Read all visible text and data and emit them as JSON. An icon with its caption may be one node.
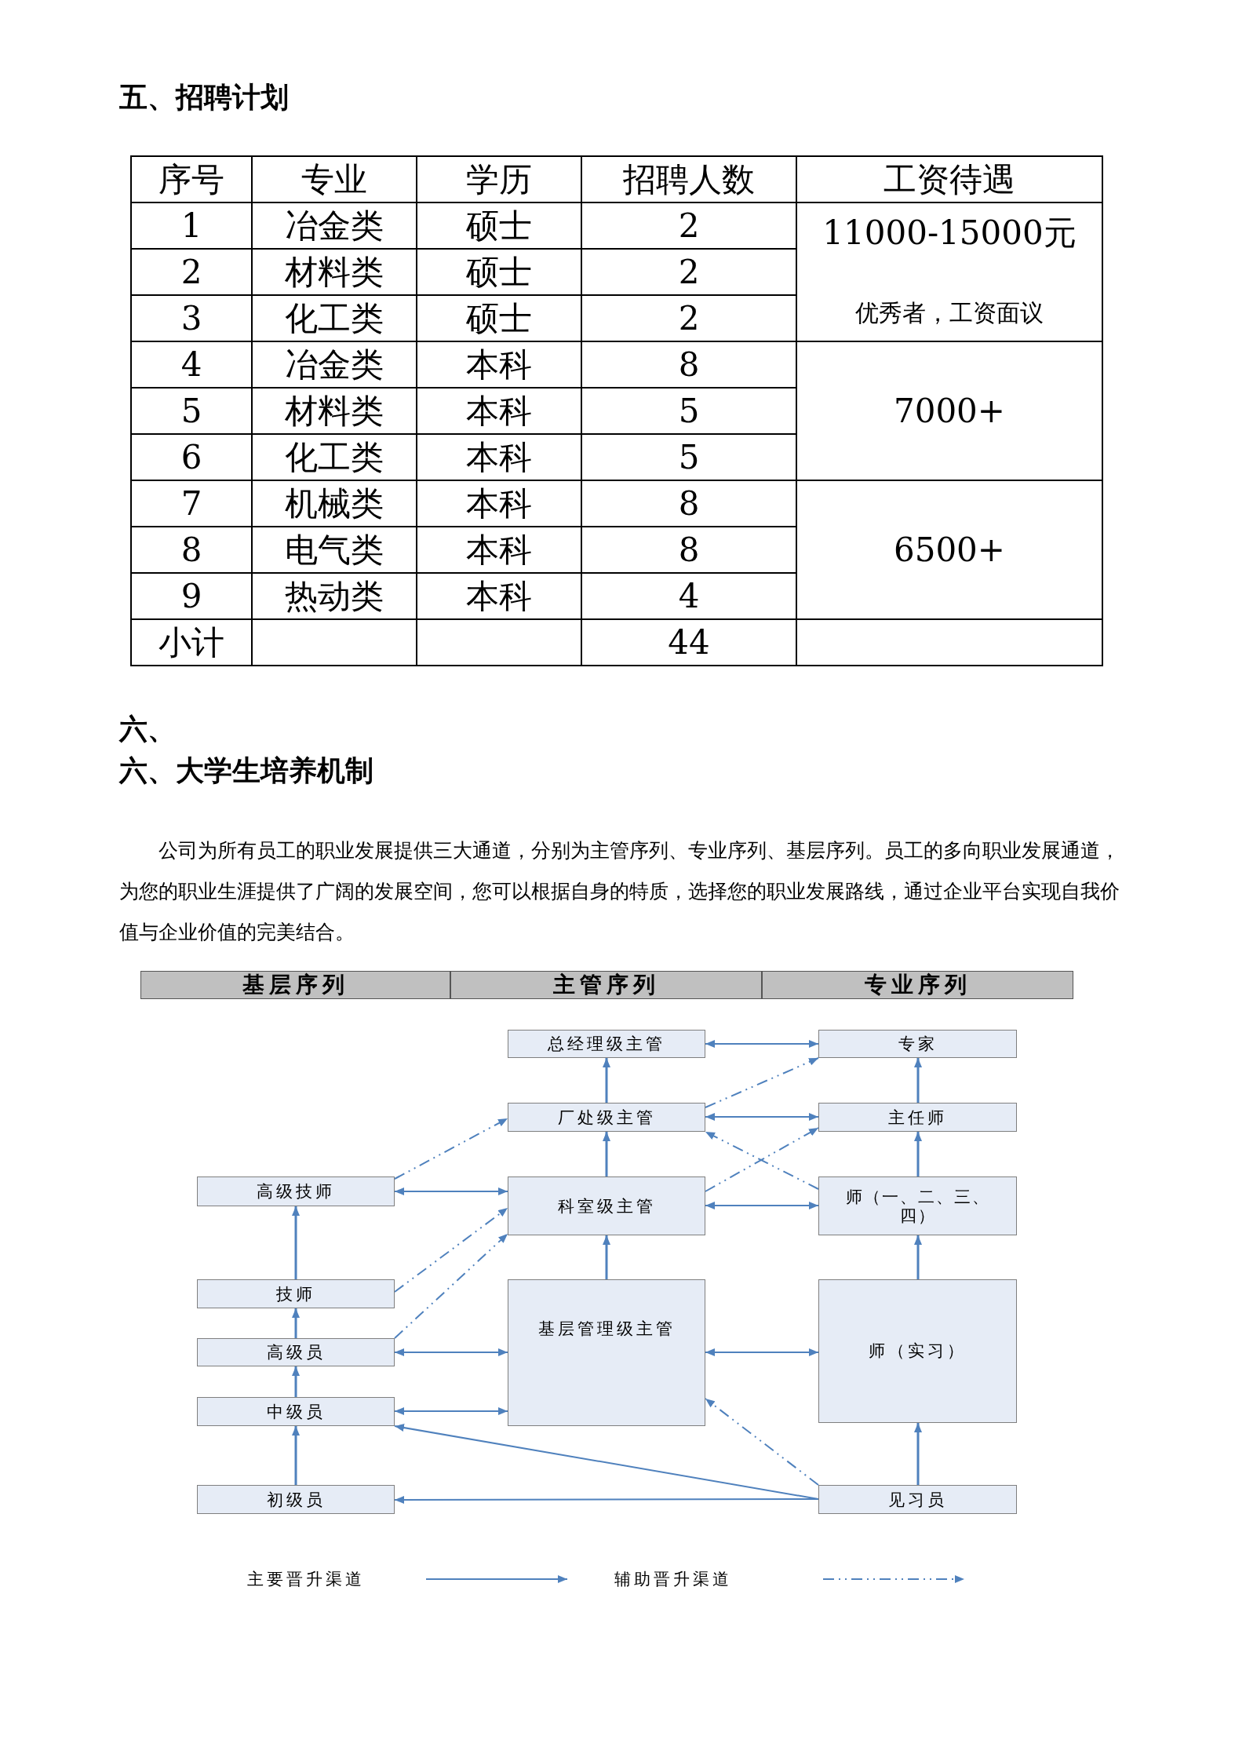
{
  "diagram": {
    "nodes": [
      {
        "text": [
          "基层序列"
        ]
      },
      {
        "text": [
          "主管序列"
        ]
      },
      {
        "text": [
          "专业序列"
        ]
      },
      {
        "text": [
          "总经理级主管"
        ]
      },
      {
        "text": [
          "专家"
        ]
      },
      {
        "text": [
          "厂处级主管"
        ]
      },
      {
        "text": [
          "主任师"
        ]
      },
      {
        "text": [
          "高级技师"
        ]
      },
      {
        "text": [
          "科室级主管"
        ]
      },
      {
        "text": [
          "师（一、二、三、四）"
        ]
      },
      {
        "text": [
          "技师"
        ]
      },
      {
        "text": [
          "基层管理级主管"
        ]
      },
      {
        "text": [
          "师（实习）"
        ]
      },
      {
        "text": [
          "高级员"
        ]
      },
      {
        "text": [
          "中级员"
        ]
      },
      {
        "text": [
          "初级员"
        ]
      },
      {
        "text": [
          "见习员"
        ]
      }
    ],
    "edges": [
      {
        "from": 5,
        "to": 3,
        "arrow": "to"
      },
      {
        "from": 3,
        "to": 4,
        "arrow": "both"
      },
      {
        "from": 6,
        "to": 4,
        "arrow": "to"
      },
      {
        "from": 5,
        "to": 6,
        "arrow": "both"
      },
      {
        "from": 5,
        "to": 4,
        "arrow": "to",
        "style": "dashed"
      },
      {
        "from": 8,
        "to": 5,
        "arrow": "to"
      },
      {
        "from": 9,
        "to": 6,
        "arrow": "to"
      },
      {
        "from": 8,
        "to": 6,
        "arrow": "to",
        "style": "dashed"
      },
      {
        "from": 9,
        "to": 5,
        "arrow": "to",
        "style": "dashed"
      },
      {
        "from": 7,
        "to": 5,
        "arrow": "to",
        "style": "dashed"
      },
      {
        "from": 7,
        "to": 8,
        "arrow": "both"
      },
      {
        "from": 8,
        "to": 9,
        "arrow": "both"
      },
      {
        "from": 11,
        "to": 8,
        "arrow": "to"
      },
      {
        "from": 12,
        "to": 9,
        "arrow": "to"
      },
      {
        "from": 10,
        "to": 8,
        "arrow": "to",
        "style": "dashed"
      },
      {
        "from": 13,
        "to": 8,
        "arrow": "to",
        "style": "dashed"
      },
      {
        "from": 10,
        "to": 7,
        "arrow": "to"
      },
      {
        "from": 13,
        "to": 10,
        "arrow": "to"
      },
      {
        "from": 14,
        "to": 13,
        "arrow": "to"
      },
      {
        "from": 15,
        "to": 14,
        "arrow": "to"
      },
      {
        "from": 13,
        "to": 11,
        "arrow": "both"
      },
      {
        "from": 14,
        "to": 11,
        "arrow": "both"
      },
      {
        "from": 11,
        "to": 12,
        "arrow": "both"
      },
      {
        "from": 16,
        "to": 12,
        "arrow": "to"
      },
      {
        "from": 16,
        "to": 11,
        "arrow": "to",
        "style": "dashed"
      },
      {
        "from": 16,
        "to": 14,
        "arrow": "to"
      },
      {
        "from": 16,
        "to": 15,
        "arrow": "to"
      }
    ],
    "labels": [
      "五、招聘计划",
      "序号",
      "专业",
      "学历",
      "招聘人数",
      "工资待遇",
      "1",
      "冶金类",
      "硕士",
      "2",
      "11000-15000元",
      "2",
      "材料类",
      "硕士",
      "2",
      "3",
      "化工类",
      "硕士",
      "2",
      "优秀者，工资面议",
      "4",
      "冶金类",
      "本科",
      "8",
      "5",
      "材料类",
      "本科",
      "5",
      "7000+",
      "6",
      "化工类",
      "本科",
      "5",
      "7",
      "机械类",
      "本科",
      "8",
      "8",
      "电气类",
      "本科",
      "8",
      "6500+",
      "9",
      "热动类",
      "本科",
      "4",
      "小计",
      "44",
      "六、",
      "六、大学生培养机制",
      "公司为所有员工的职业发展提供三大通道，分别为主管序列、专业序列、基层序列。员工的多向职业发展通道，为您的职业生涯提供了广阔的发展空间，您可以根据自身的特质，选择您的职业发展路线，通过企业平台实现自我价值与企业价值的完美结合。"
    ],
    "legend": [
      {
        "text": "主要晋升渠道"
      },
      {
        "text": "辅助晋升渠道"
      }
    ]
  }
}
